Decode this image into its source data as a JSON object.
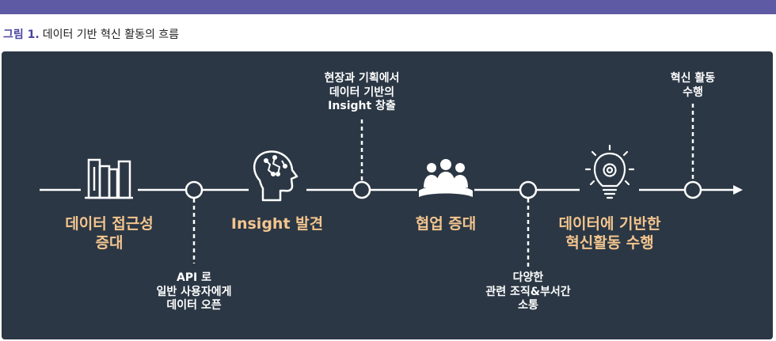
{
  "figure": {
    "number": "그림 1.",
    "title": "데이터 기반 혁신 활동의 흐름"
  },
  "stages": [
    {
      "id": "data-access",
      "lines": [
        "데이터 접근성",
        "증대"
      ],
      "icon": "books-icon"
    },
    {
      "id": "insight",
      "lines": [
        "Insight 발견"
      ],
      "icon": "brain-head-icon"
    },
    {
      "id": "collab",
      "lines": [
        "협업 증대"
      ],
      "icon": "team-meeting-icon"
    },
    {
      "id": "innovation",
      "lines": [
        "데이터에 기반한",
        "혁신활동 수행"
      ],
      "icon": "lightbulb-gear-icon"
    }
  ],
  "milestones": [
    {
      "id": "api-open",
      "lines": [
        "API 로",
        "일반 사용자에게",
        "데이터 오픈"
      ],
      "position": "below"
    },
    {
      "id": "field-insight",
      "lines": [
        "현장과 기획에서",
        "데이터 기반의",
        "Insight 창출"
      ],
      "position": "above"
    },
    {
      "id": "comm",
      "lines": [
        "다양한",
        "관련 조직&부서간",
        "소통"
      ],
      "position": "below"
    },
    {
      "id": "innovate-act",
      "lines": [
        "혁신 활동",
        "수행"
      ],
      "position": "above"
    }
  ],
  "colors": {
    "panel": "#2b3744",
    "accent": "#f3c58f",
    "line": "#ffffff",
    "header_bar": "#5e5aa3"
  }
}
